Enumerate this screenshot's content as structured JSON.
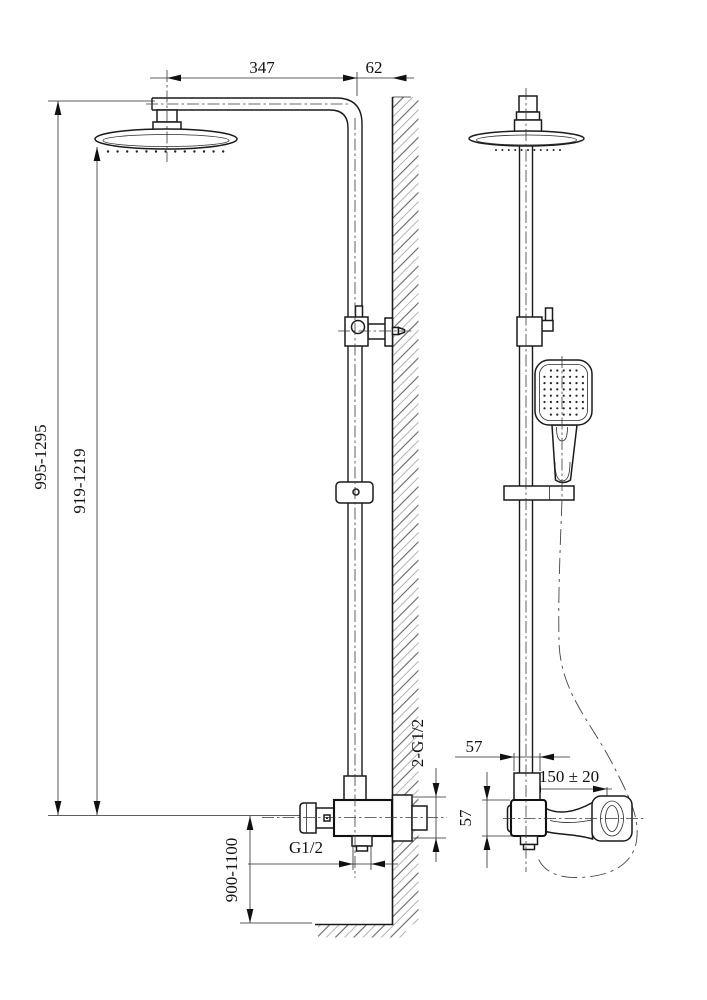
{
  "page": {
    "type": "technical-drawing",
    "subject": "Shower column system — two-view dimensional drawing",
    "background": "#ffffff",
    "line_color": "#1a1a1a",
    "hatch_color": "#777777"
  },
  "labels": {
    "arm_length": "347",
    "wall_offset": "62",
    "overall_height": "995-1295",
    "head_height": "919-1219",
    "mount_height": "900-1100",
    "inlet_thread": "2-G1/2",
    "outlet_thread": "G1/2",
    "fitting_width": "57",
    "handle_length": "150 ± 20",
    "body_height": "57"
  }
}
